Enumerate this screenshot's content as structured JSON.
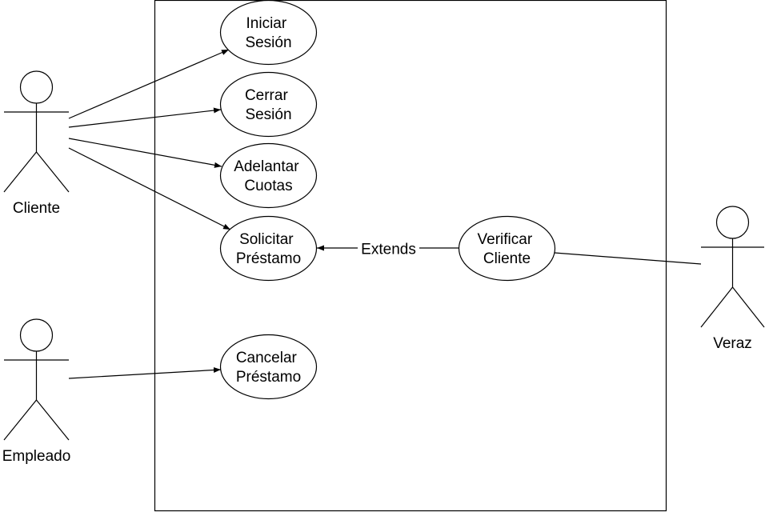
{
  "diagram": {
    "type": "use-case",
    "actors": [
      {
        "id": "cliente",
        "label": "Cliente"
      },
      {
        "id": "empleado",
        "label": "Empleado"
      },
      {
        "id": "veraz",
        "label": "Veraz"
      }
    ],
    "use_cases": [
      {
        "id": "iniciar-sesion",
        "lines": [
          "Iniciar",
          "Sesión"
        ]
      },
      {
        "id": "cerrar-sesion",
        "lines": [
          "Cerrar",
          "Sesión"
        ]
      },
      {
        "id": "adelantar-cuotas",
        "lines": [
          "Adelantar",
          "Cuotas"
        ]
      },
      {
        "id": "solicitar-prestamo",
        "lines": [
          "Solicitar",
          "Préstamo"
        ]
      },
      {
        "id": "verificar-cliente",
        "lines": [
          "Verificar",
          "Cliente"
        ]
      },
      {
        "id": "cancelar-prestamo",
        "lines": [
          "Cancelar",
          "Préstamo"
        ]
      }
    ],
    "relations": [
      {
        "from": "cliente",
        "to": "iniciar-sesion",
        "kind": "association"
      },
      {
        "from": "cliente",
        "to": "cerrar-sesion",
        "kind": "association"
      },
      {
        "from": "cliente",
        "to": "adelantar-cuotas",
        "kind": "association"
      },
      {
        "from": "cliente",
        "to": "solicitar-prestamo",
        "kind": "association"
      },
      {
        "from": "empleado",
        "to": "cancelar-prestamo",
        "kind": "association"
      },
      {
        "from": "verificar-cliente",
        "to": "solicitar-prestamo",
        "kind": "extend",
        "label": "Extends"
      },
      {
        "from": "veraz",
        "to": "verificar-cliente",
        "kind": "association"
      }
    ]
  }
}
